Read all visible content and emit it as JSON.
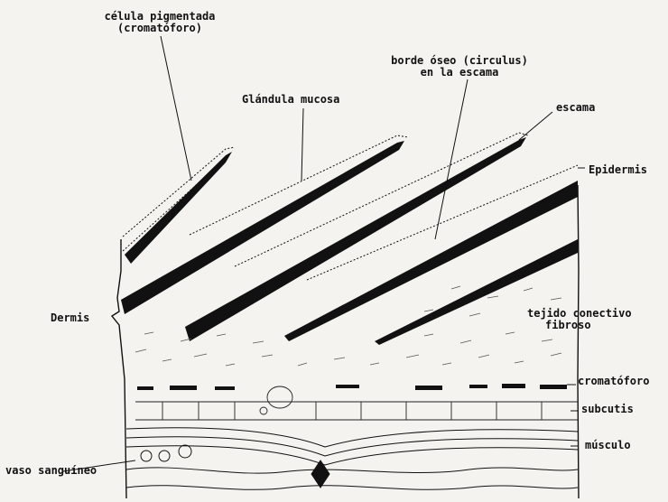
{
  "labels": {
    "pigment_cell_line1": "célula pigmentada",
    "pigment_cell_line2": "(cromatóforo)",
    "mucous_gland": "Glándula mucosa",
    "bony_ridge_line1": "borde óseo (circulus)",
    "bony_ridge_line2": "en la escama",
    "scale": "escama",
    "epidermis": "Epidermis",
    "dermis": "Dermis",
    "fibrous_tissue_line1": "tejido conectivo",
    "fibrous_tissue_line2": "fibroso",
    "chromatophore": "cromatóforo",
    "subcutis": "subcutis",
    "muscle": "músculo",
    "blood_vessel": "vaso sanguíneo"
  },
  "colors": {
    "background": "#f4f3ef",
    "ink": "#111111"
  }
}
